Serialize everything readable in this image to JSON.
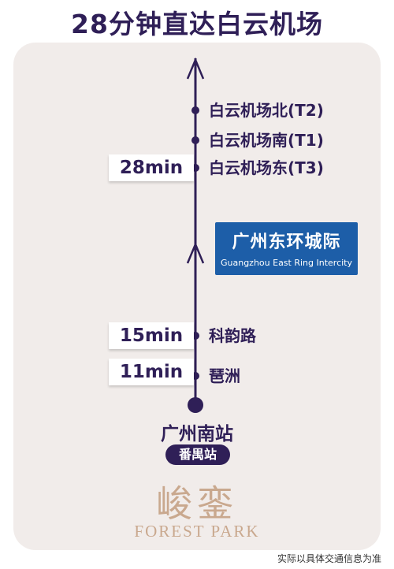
{
  "headline": "28分钟直达白云机场",
  "stations": {
    "t2": "白云机场北(T2)",
    "t1": "白云机场南(T1)",
    "t3": "白云机场东(T3)",
    "keyunlu": "科韵路",
    "pazhou": "琶洲",
    "origin": "广州南站",
    "district": "番禺站"
  },
  "times": {
    "t3": "28min",
    "keyunlu": "15min",
    "pazhou": "11min"
  },
  "line": {
    "name_cn": "广州东环城际",
    "name_en": "Guangzhou East Ring Intercity"
  },
  "brand": {
    "name_cn": "峻銮",
    "name_en": "FOREST PARK"
  },
  "disclaimer": "实际以具体交通信息为准",
  "colors": {
    "primary": "#2f1f57",
    "line_badge": "#1d5ea8",
    "card_bg": "#f1ecea",
    "brand_gold": "#c9a88e"
  }
}
